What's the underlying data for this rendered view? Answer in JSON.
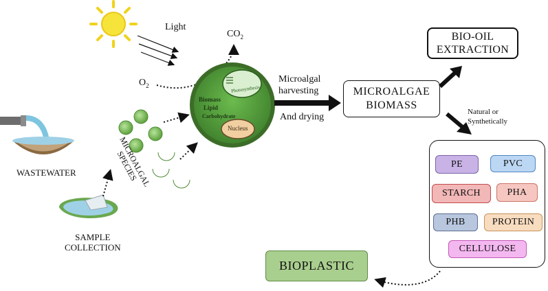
{
  "labels": {
    "light": "Light",
    "co2": "CO",
    "co2_sub": "2",
    "o2": "O",
    "o2_sub": "2",
    "wastewater": "WASTEWATER",
    "sample_collection_line1": "SAMPLE",
    "sample_collection_line2": "COLLECTION",
    "microalgal_species_line1": "MICROALGAL",
    "microalgal_species_line2": "SPECIES",
    "harvesting_line1": "Microalgal",
    "harvesting_line2": "harvesting",
    "drying": "And drying",
    "natural_line1": "Natural or",
    "natural_line2": "Synthetically"
  },
  "cell": {
    "biomass": "Biomass",
    "lipid": "Lipid",
    "carbohydrate": "Carbohydrate",
    "photosynthesis": "Photosynthesis",
    "nucleus": "Nucleus"
  },
  "boxes": {
    "biomass_line1": "MICROALGAE",
    "biomass_line2": "BIOMASS",
    "biooil_line1": "BIO-OIL",
    "biooil_line2": "EXTRACTION",
    "bioplastic": "BIOPLASTIC"
  },
  "polymers": [
    {
      "key": "pe",
      "label": "PE",
      "fill": "#c9b3e6",
      "border": "#7a62a8"
    },
    {
      "key": "pvc",
      "label": "PVC",
      "fill": "#bcd7f3",
      "border": "#4f86c0"
    },
    {
      "key": "starch",
      "label": "STARCH",
      "fill": "#f2b7b7",
      "border": "#c24b4b"
    },
    {
      "key": "pha",
      "label": "PHA",
      "fill": "#f6c7c0",
      "border": "#c97266"
    },
    {
      "key": "phb",
      "label": "PHB",
      "fill": "#b8c6de",
      "border": "#5b6e93"
    },
    {
      "key": "protein",
      "label": "PROTEIN",
      "fill": "#f8dcc0",
      "border": "#c99256"
    },
    {
      "key": "cellulose",
      "label": "CELLULOSE",
      "fill": "#f4b8f0",
      "border": "#c256b8"
    }
  ],
  "colors": {
    "sun": "#f6e43a",
    "cell_outer": "#3f6b2a",
    "cell_inner": "#5aa641",
    "algae": "#8cc66b",
    "bioplastic_fill": "#a9cf8e",
    "bioplastic_border": "#5f8a47",
    "water": "#9fd1e6",
    "nucleus": "#f1cfa1"
  }
}
